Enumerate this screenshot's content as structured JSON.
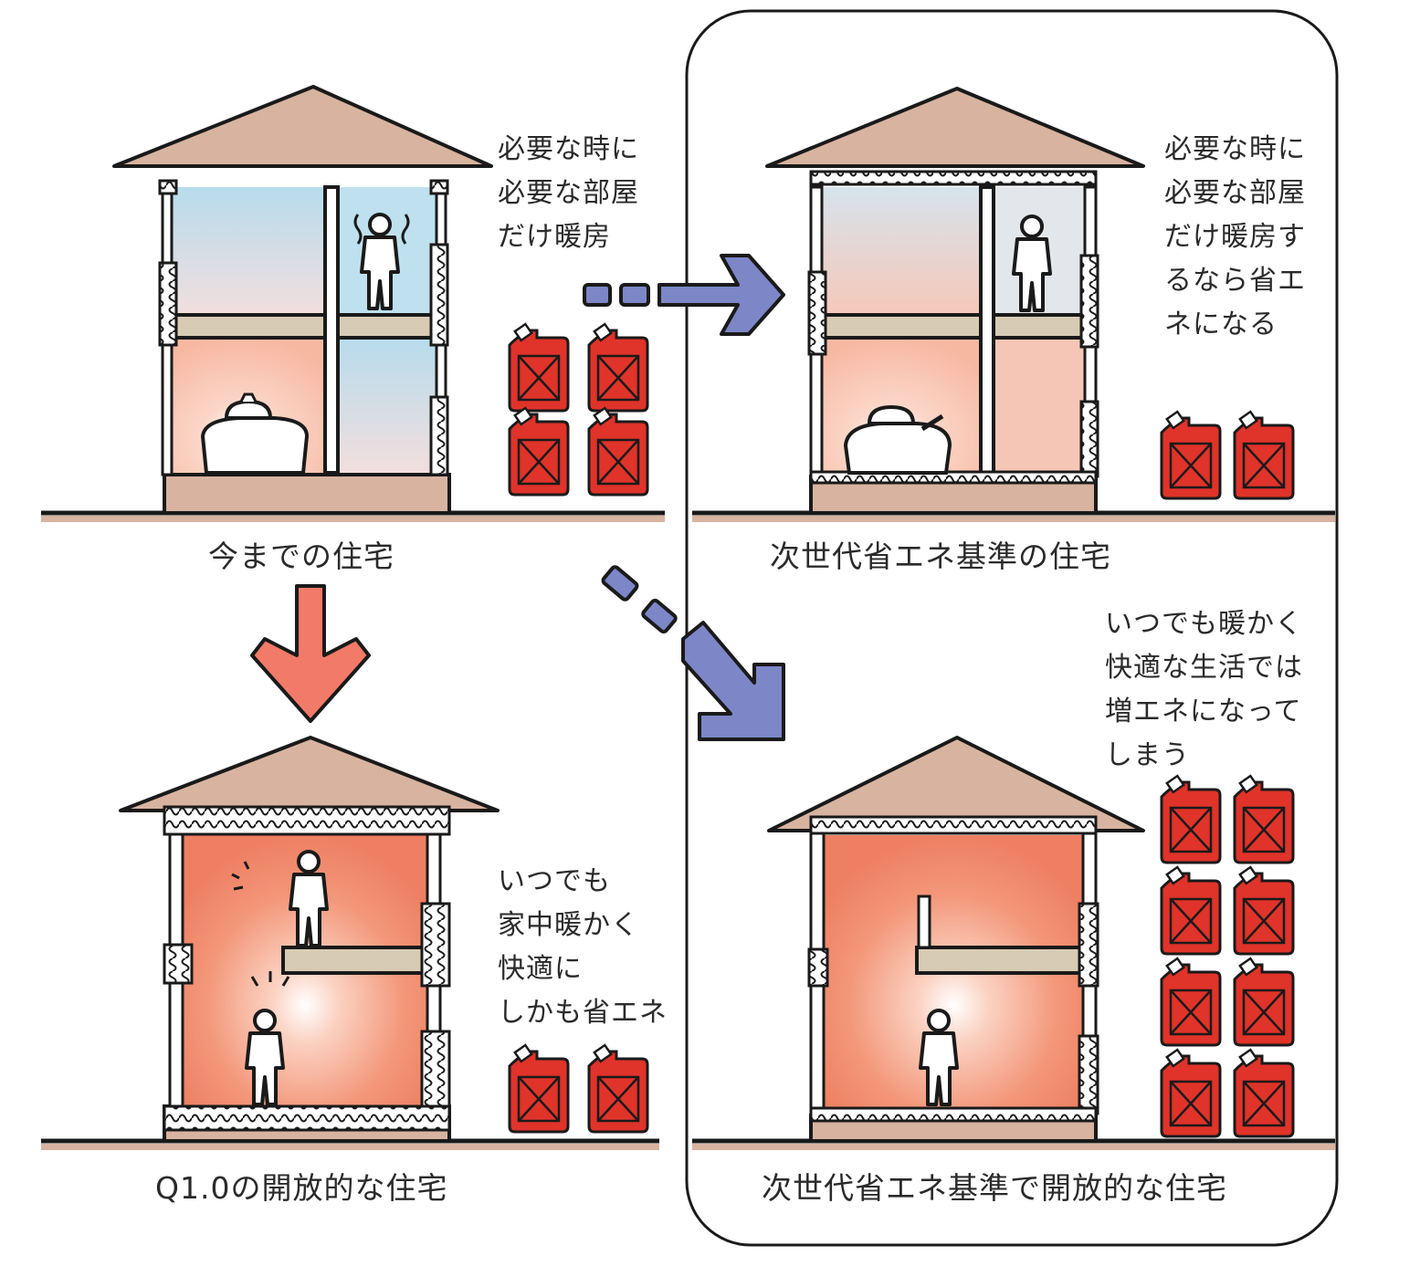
{
  "panels": {
    "top_left": {
      "caption": "今までの住宅",
      "note": "必要な時に\n必要な部屋\nだけ暖房",
      "fuel_cans": 4
    },
    "top_right": {
      "caption": "次世代省エネ基準の住宅",
      "note": "必要な時に\n必要な部屋\nだけ暖房す\nるなら省エ\nネになる",
      "fuel_cans": 2
    },
    "bottom_left": {
      "caption": "Q1.0の開放的な住宅",
      "note": "いつでも\n家中暖かく\n快適に\nしかも省エネ",
      "fuel_cans": 2
    },
    "bottom_right": {
      "caption": "次世代省エネ基準で開放的な住宅",
      "note": "いつでも暖かく\n快適な生活では\n増エネになって\nしまう",
      "fuel_cans": 8
    }
  },
  "colors": {
    "roof": "#d8b3a0",
    "cold_room": "#bfe0ee",
    "warm_room": "#f08a6a",
    "fuel_can": "#e0332a",
    "arrow_blue": "#7d86c7",
    "arrow_red": "#f27a68",
    "outline": "#1a1a1a"
  },
  "icons": [
    "fuel-can-icon",
    "person-icon",
    "stove-icon",
    "arrow-icon"
  ]
}
